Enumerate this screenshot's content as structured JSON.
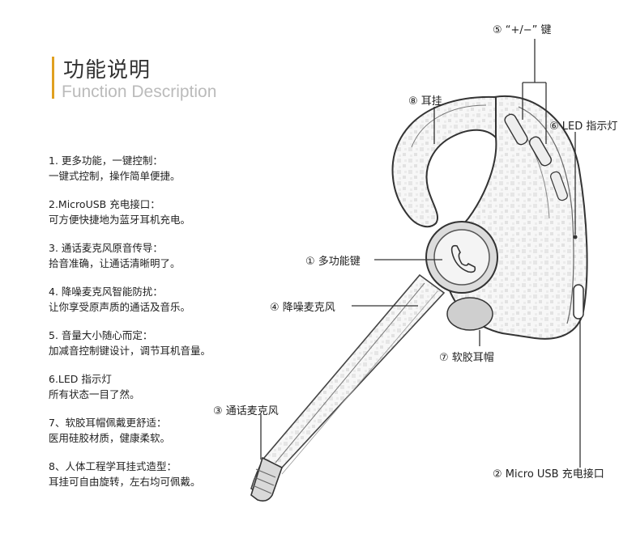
{
  "title": {
    "cn": "功能说明",
    "en": "Function Description"
  },
  "features": [
    {
      "line1": "1. 更多功能，一键控制：",
      "line2": "一键式控制，操作简单便捷。"
    },
    {
      "line1": "2.MicroUSB 充电接口：",
      "line2": "可方便快捷地为蓝牙耳机充电。"
    },
    {
      "line1": "3. 通话麦克风原音传导：",
      "line2": "拾音准确，让通话清晰明了。"
    },
    {
      "line1": "4. 降噪麦克风智能防扰：",
      "line2": "让你享受原声质的通话及音乐。"
    },
    {
      "line1": "5. 音量大小随心而定：",
      "line2": "加减音控制键设计，调节耳机音量。"
    },
    {
      "line1": "6.LED 指示灯",
      "line2": "所有状态一目了然。"
    },
    {
      "line1": "7、软胶耳帽佩戴更舒适：",
      "line2": "医用硅胶材质，健康柔软。"
    },
    {
      "line1": "8、人体工程学耳挂式造型：",
      "line2": "耳挂可自由旋转，左右均可佩戴。"
    }
  ],
  "callouts": {
    "volume_key": "⑤ “+/−” 键",
    "ear_hook": "⑧ 耳挂",
    "led": "⑥ LED 指示灯",
    "multi_key": "① 多功能键",
    "noise_mic": "④ 降噪麦克风",
    "ear_cap": "⑦ 软胶耳帽",
    "call_mic": "③ 通话麦克风",
    "usb": "② Micro USB 充电接口"
  },
  "colors": {
    "accent": "#e0a020",
    "subtitle": "#bbbbbb",
    "line": "#333333"
  }
}
